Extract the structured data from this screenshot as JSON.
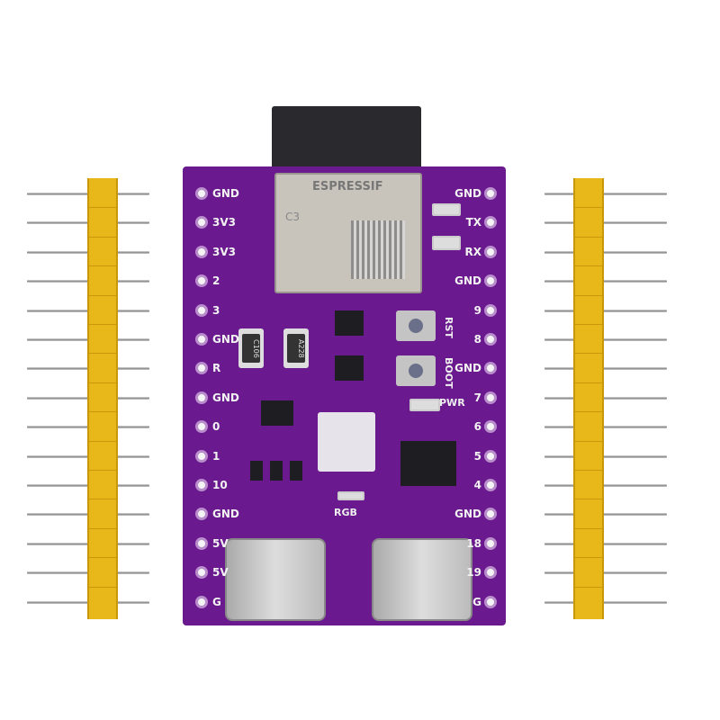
{
  "module": {
    "brand": "ESPRESSIF",
    "marking": "C3"
  },
  "board": {
    "left_pins": [
      "GND",
      "3V3",
      "3V3",
      "2",
      "3",
      "GND",
      "R",
      "GND",
      "0",
      "1",
      "10",
      "GND",
      "5V",
      "5V",
      "G"
    ],
    "right_pins": [
      "GND",
      "TX",
      "RX",
      "GND",
      "9",
      "8",
      "GND",
      "7",
      "6",
      "5",
      "4",
      "GND",
      "18",
      "19",
      "G"
    ],
    "labels": {
      "rst": "RST",
      "boot": "BOOT",
      "pwr": "PWR",
      "rgb": "RGB"
    },
    "caps": [
      "C106",
      "A228"
    ]
  },
  "header_pin_count": 15,
  "colors": {
    "pcb": "#6a1a8e",
    "header": "#e8b81a"
  }
}
